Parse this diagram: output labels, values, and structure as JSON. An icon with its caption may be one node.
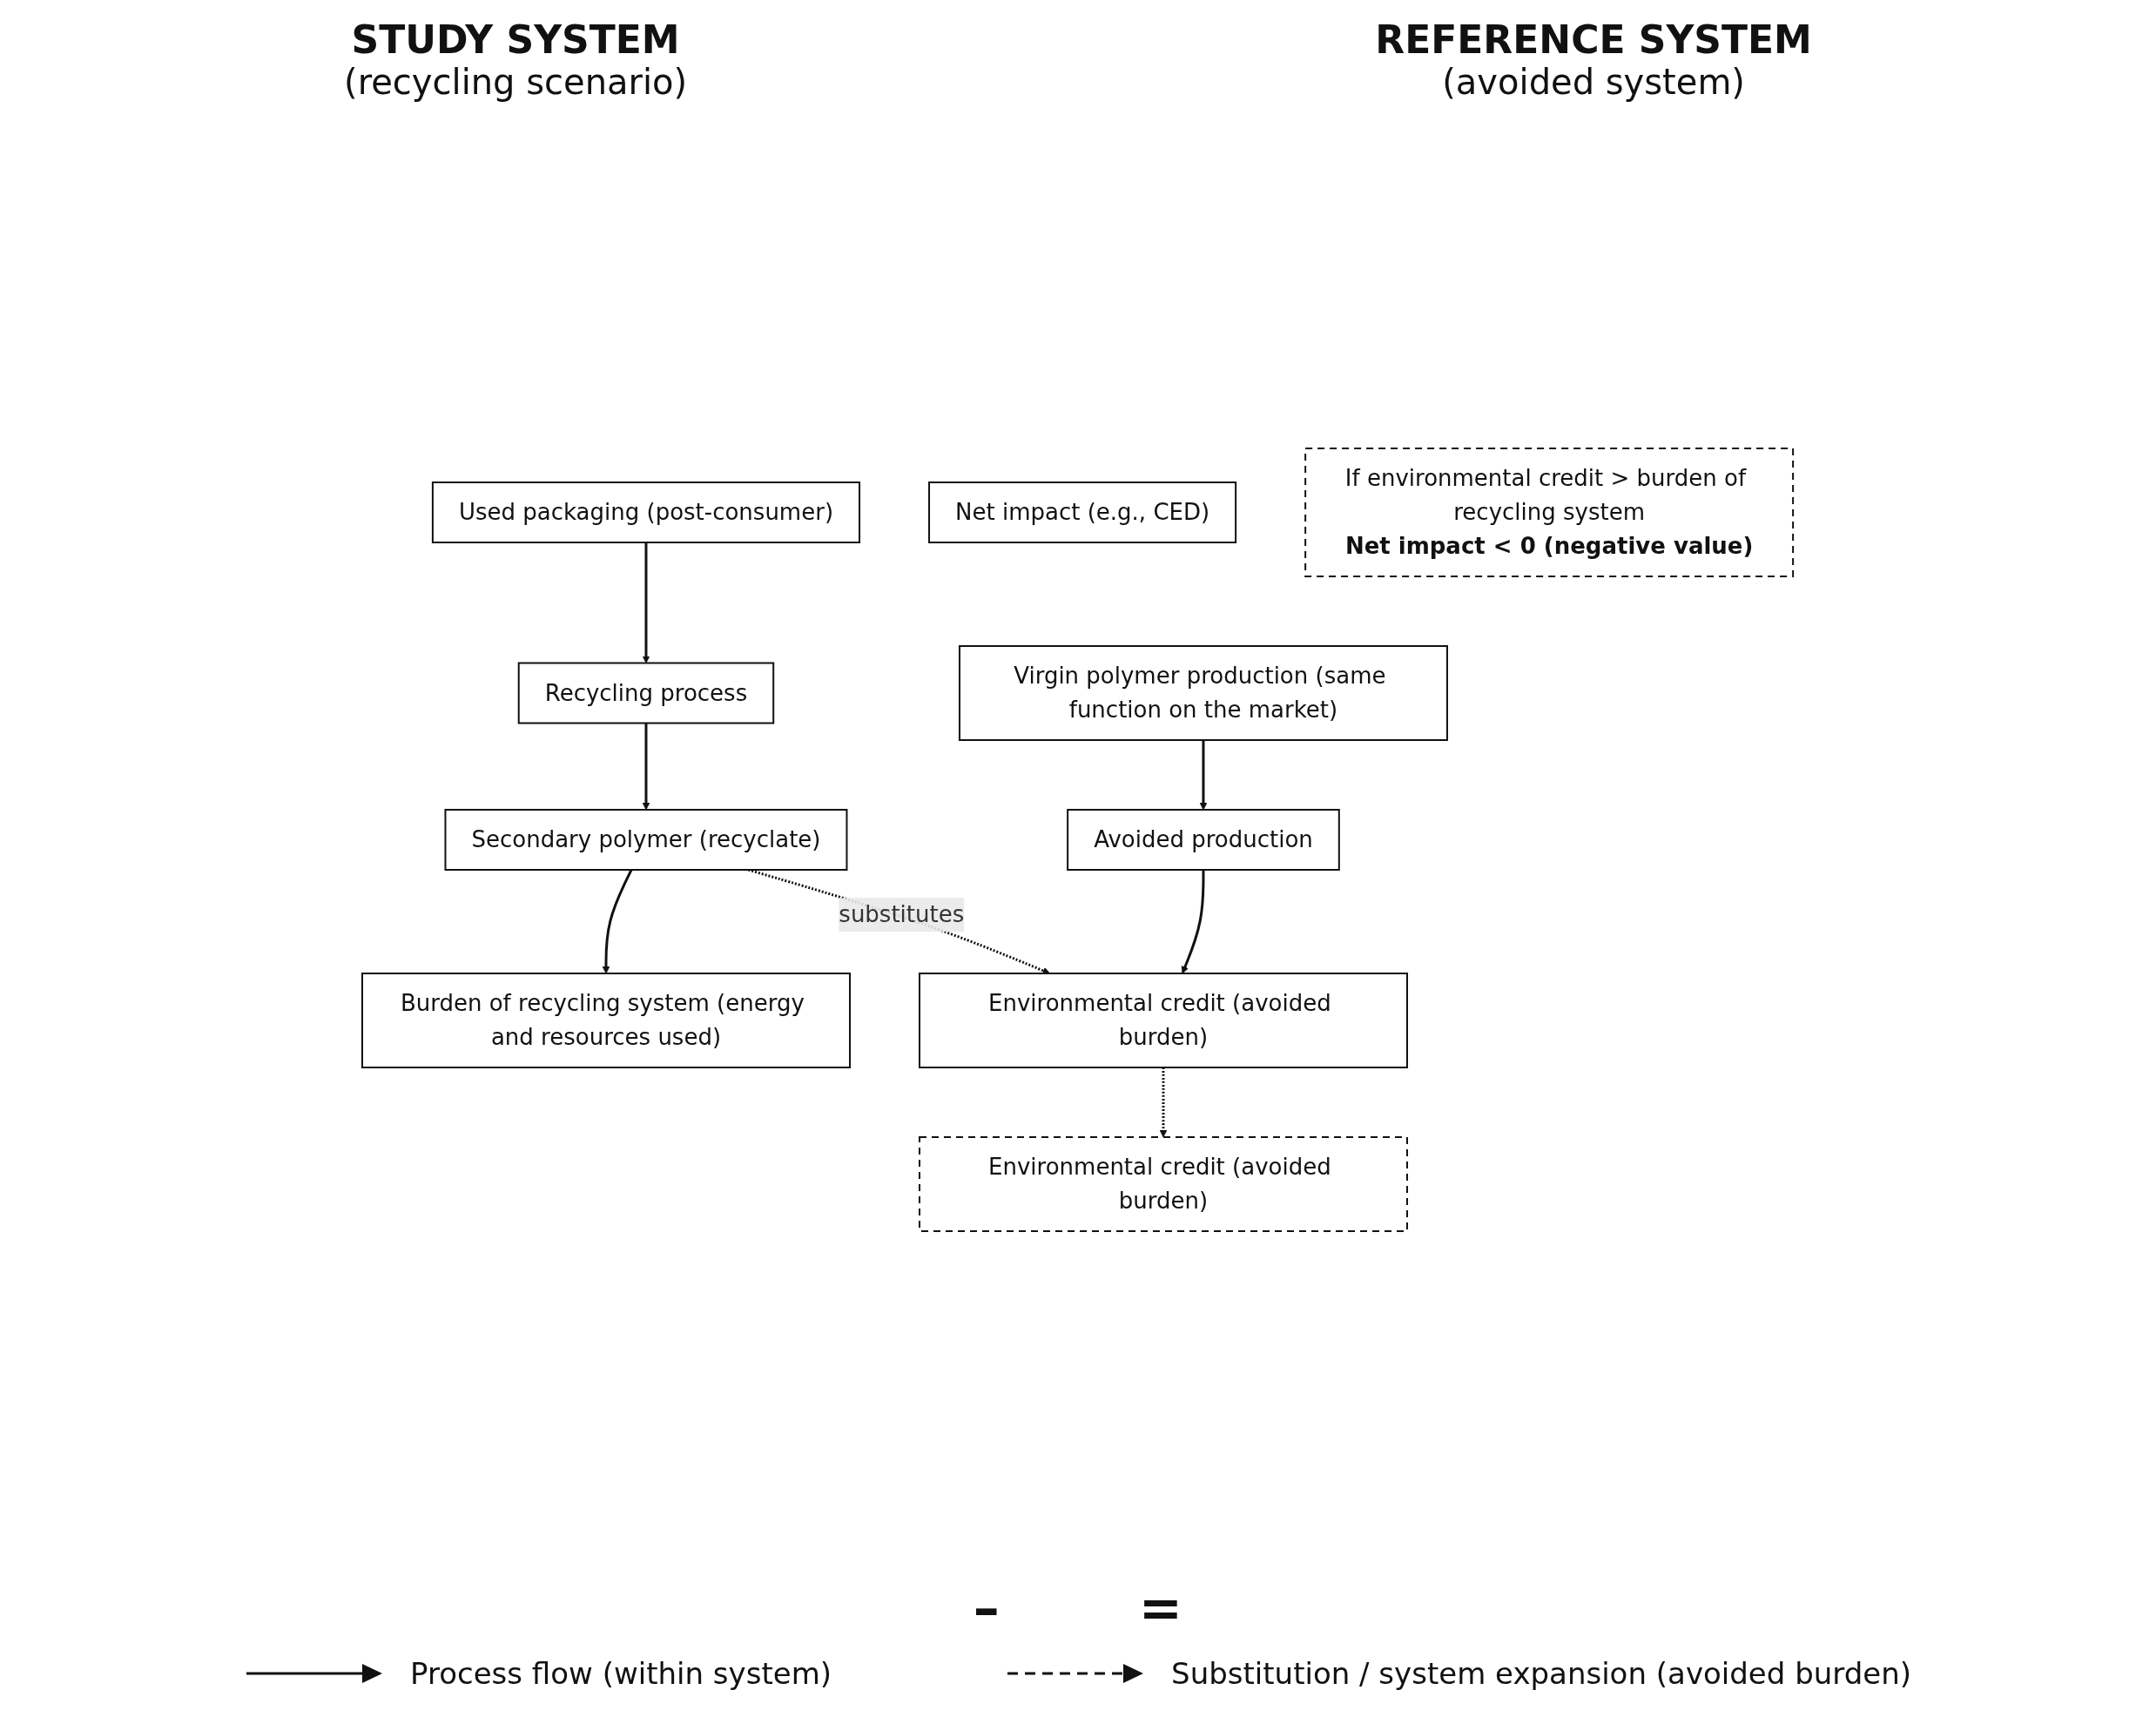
{
  "diagram": {
    "nodes": [
      {
        "text": [
          "Used packaging (post-consumer)"
        ]
      },
      {
        "text": [
          "Recycling process"
        ]
      },
      {
        "text": [
          "Secondary polymer (recyclate)"
        ]
      },
      {
        "text": [
          "Burden of recycling system (energy and resources used)"
        ]
      },
      {
        "text": [
          "Virgin polymer production (same function on the market)"
        ]
      },
      {
        "text": [
          "Avoided production"
        ]
      },
      {
        "text": [
          "Environmental credit (avoided burden)"
        ]
      },
      {
        "text": [
          "Environmental credit (avoided burden)"
        ]
      },
      {
        "text": [
          "Net impact (e.g., CED)"
        ]
      },
      {
        "text": [
          "If environmental credit > burden of recycling system",
          "Net impact < 0 (negative value)"
        ]
      }
    ],
    "edges": [
      {
        "from": 0,
        "to": 1,
        "arrow": "to"
      },
      {
        "from": 1,
        "to": 2,
        "arrow": "to"
      },
      {
        "from": 2,
        "to": 3,
        "arrow": "to"
      },
      {
        "from": 4,
        "to": 5,
        "arrow": "to"
      },
      {
        "from": 5,
        "to": 6,
        "arrow": "to"
      },
      {
        "from": 2,
        "to": 6,
        "arrow": "to",
        "label": "substitutes",
        "style": "dashed"
      },
      {
        "from": 6,
        "to": 7,
        "arrow": "to",
        "style": "dashed"
      }
    ],
    "labels": [
      "STUDY SYSTEM",
      "(recycling scenario)",
      "REFERENCE SYSTEM",
      "(avoided system)",
      "–",
      "="
    ],
    "legend": [
      {
        "text": "Process flow (within system)"
      },
      {
        "text": "Substitution / system expansion (avoided burden)"
      }
    ]
  }
}
